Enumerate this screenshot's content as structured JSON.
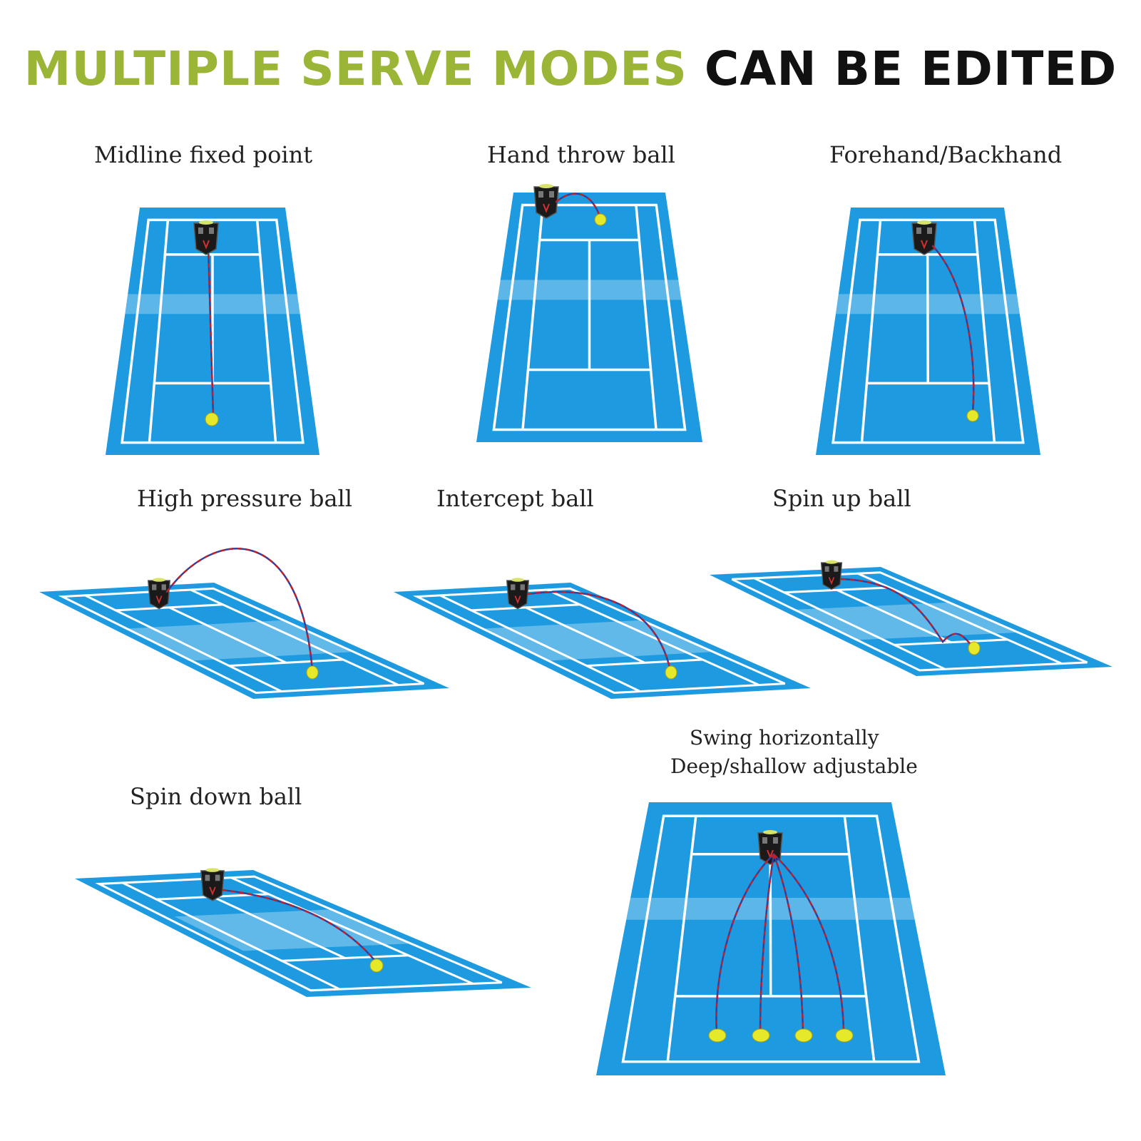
{
  "headline": {
    "accent_text": "MULTIPLE SERVE MODES",
    "dark_text": "CAN BE EDITED"
  },
  "colors": {
    "accent": "#9bb537",
    "court": "#1e9be0",
    "court_light": "#49b1ec",
    "ball": "#e6e82a",
    "trajectory_red": "#c0202a",
    "trajectory_blue": "#3040a0"
  },
  "modes": [
    {
      "id": "midline",
      "caption": "Midline fixed point"
    },
    {
      "id": "hand-throw",
      "caption": "Hand throw ball"
    },
    {
      "id": "forehand-backhand",
      "caption": "Forehand/Backhand"
    },
    {
      "id": "high-pressure",
      "caption": "High pressure ball"
    },
    {
      "id": "intercept",
      "caption": "Intercept ball"
    },
    {
      "id": "spin-up",
      "caption": "Spin up ball"
    },
    {
      "id": "spin-down",
      "caption": "Spin down ball"
    },
    {
      "id": "swing",
      "caption_line1": "Swing horizontally",
      "caption_line2": "Deep/shallow adjustable"
    }
  ]
}
